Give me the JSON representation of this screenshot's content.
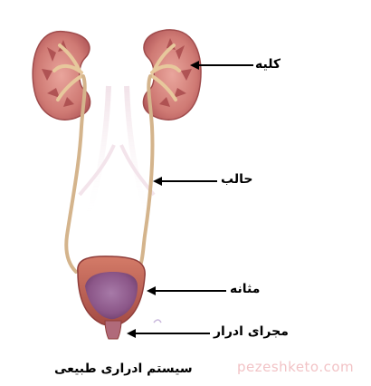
{
  "labels": {
    "kidney": "کلیه",
    "ureter": "حالب",
    "bladder": "مثانه",
    "urethra": "مجرای ادرار"
  },
  "caption": "سیستم ادراری طبیعی",
  "watermark": "pezeshketo.com",
  "colors": {
    "kidney_cortex": "#c76f6c",
    "kidney_pyramid": "#a94a4c",
    "ureter": "#d4b48c",
    "bladder_wall": "#b9554b",
    "bladder_inner": "#8e5a8a",
    "arrow": "#000000",
    "watermark": "#f2c3c6"
  }
}
